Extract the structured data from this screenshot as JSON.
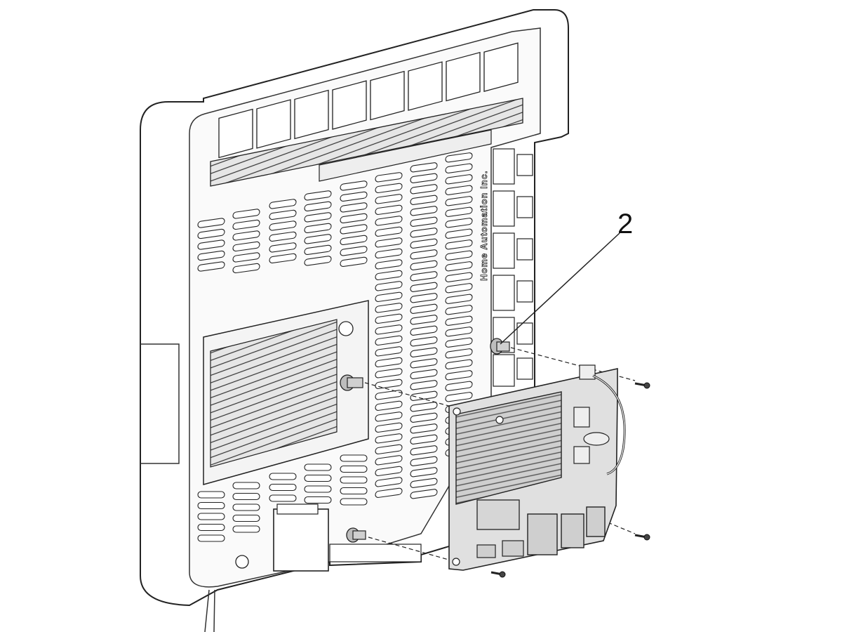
{
  "callout": {
    "label": "2"
  },
  "enclosure": {
    "brand_text": "Home Automation Inc."
  },
  "colors": {
    "line": "#222222",
    "board": "#d9d9d9",
    "heatsink": "#c4c4c4",
    "background": "#ffffff"
  },
  "parts": {
    "enclosure": "wall-mount-enclosure-back-panel",
    "board": "single-board-computer",
    "fasteners": "mounting-screws",
    "standoffs": "mounting-standoffs"
  }
}
